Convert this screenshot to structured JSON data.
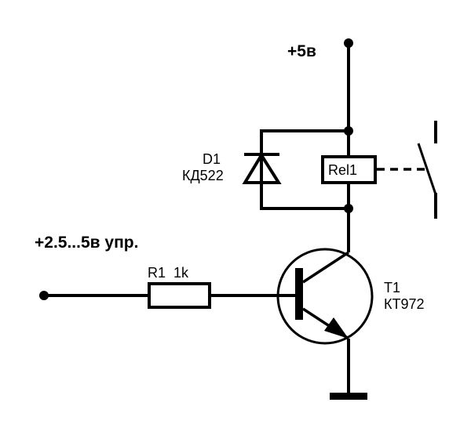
{
  "labels": {
    "supply": "+5в",
    "control_input": "+2.5...5в упр.",
    "resistor": "R1  1k",
    "diode_ref": "D1",
    "diode_type": "КД522",
    "relay": "Rel1",
    "transistor_ref": "T1",
    "transistor_type": "КТ972"
  },
  "colors": {
    "ink": "#000000",
    "background": "#ffffff"
  }
}
